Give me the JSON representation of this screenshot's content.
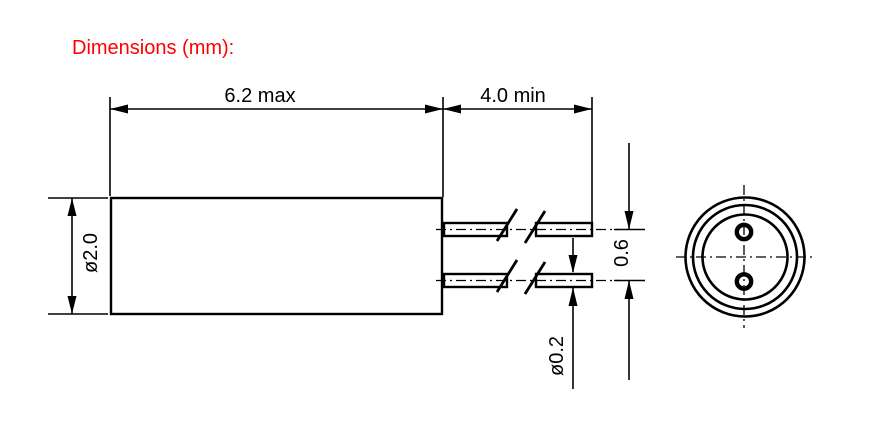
{
  "title": "Dimensions (mm):",
  "colors": {
    "accent": "#ff0000",
    "line": "#000000",
    "background": "#ffffff"
  },
  "labels": {
    "body_length": "6.2 max",
    "lead_length": "4.0 min",
    "body_diameter": "ø2.0",
    "lead_spacing": "0.6",
    "lead_diameter": "ø0.2"
  }
}
